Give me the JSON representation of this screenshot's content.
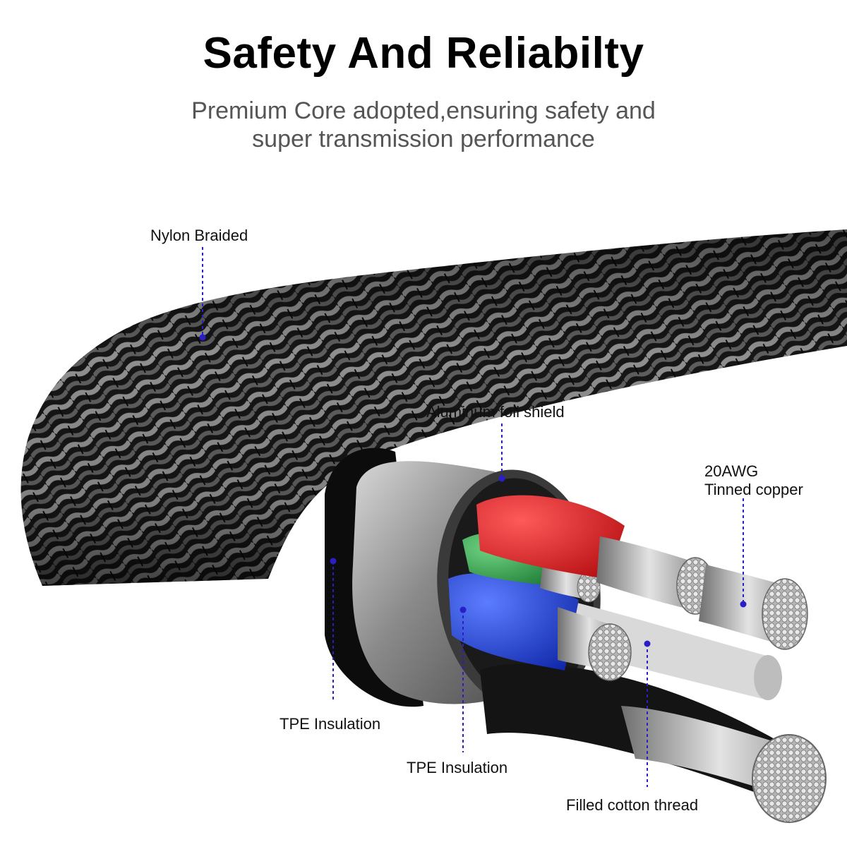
{
  "header": {
    "title": "Safety And Reliabilty",
    "subtitle_line1": "Premium Core adopted,ensuring safety and",
    "subtitle_line2": "super transmission performance"
  },
  "labels": {
    "nylon_braided": "Nylon Braided",
    "aluminum_foil": "Aluminum foil shield",
    "awg_line1": "20AWG",
    "awg_line2": "Tinned copper",
    "tpe_outer": "TPE Insulation",
    "tpe_inner": "TPE Insulation",
    "cotton": "Filled cotton thread"
  },
  "colors": {
    "callout": "#2a1fc7",
    "wire_red": "#e0161c",
    "wire_green": "#2fa14a",
    "wire_blue": "#1b3fd8",
    "wire_black": "#111111",
    "braid_dark": "#1b1b1b",
    "braid_light": "#8e8e8e",
    "foil": "#9a9a9a"
  }
}
